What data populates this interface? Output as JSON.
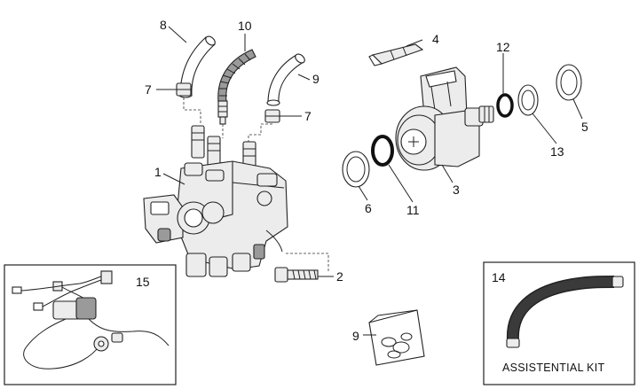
{
  "callouts": [
    {
      "id": "c1",
      "label": "1"
    },
    {
      "id": "c2",
      "label": "2"
    },
    {
      "id": "c3",
      "label": "3"
    },
    {
      "id": "c4",
      "label": "4"
    },
    {
      "id": "c5",
      "label": "5"
    },
    {
      "id": "c6",
      "label": "6"
    },
    {
      "id": "c7a",
      "label": "7"
    },
    {
      "id": "c7b",
      "label": "7"
    },
    {
      "id": "c8",
      "label": "8"
    },
    {
      "id": "c9a",
      "label": "9"
    },
    {
      "id": "c9b",
      "label": "9"
    },
    {
      "id": "c10",
      "label": "10"
    },
    {
      "id": "c11",
      "label": "11"
    },
    {
      "id": "c12",
      "label": "12"
    },
    {
      "id": "c13",
      "label": "13"
    },
    {
      "id": "c14",
      "label": "14"
    },
    {
      "id": "c15",
      "label": "15"
    }
  ],
  "kit_box": {
    "caption": "ASSISTENTIAL KIT"
  }
}
